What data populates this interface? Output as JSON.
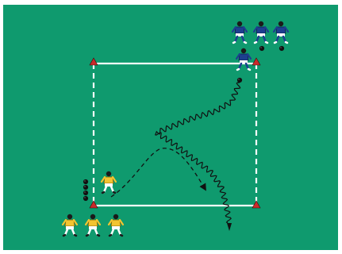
{
  "diagram": {
    "colors": {
      "pitch": "#0f9a6e",
      "lines": "#ffffff",
      "cone": "#c92a2a",
      "ball": "#111111",
      "blue_team": "#1d3f8f",
      "yellow_team": "#f3c431",
      "run_path": "#111111"
    },
    "elements": {
      "area": {
        "type": "rectangle",
        "sides": [
          {
            "side": "top",
            "style": "solid"
          },
          {
            "side": "right",
            "style": "dashed"
          },
          {
            "side": "bottom",
            "style": "solid"
          },
          {
            "side": "left",
            "style": "dashed"
          }
        ]
      },
      "cones": 4,
      "blue_players_waiting": 3,
      "yellow_players_waiting": 3,
      "ball_stack": 4,
      "paths": [
        {
          "from": "blue-dribbler",
          "to": "bottom-right-exit",
          "style": "wavy",
          "meaning": "dribble"
        },
        {
          "from": "yellow-defender",
          "to": "bottom-right-inside",
          "style": "dashed-arrow",
          "meaning": "run"
        }
      ]
    }
  }
}
